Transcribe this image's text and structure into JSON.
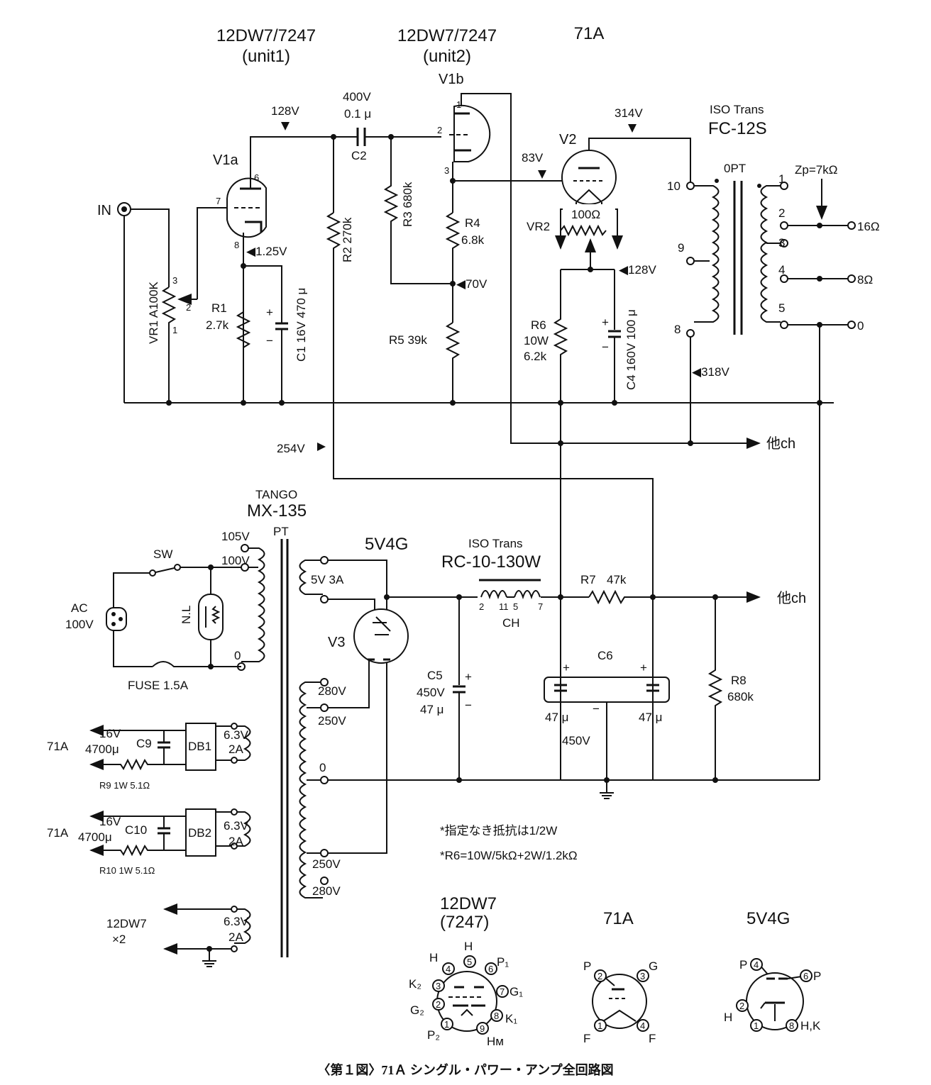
{
  "header": {
    "v1a_type": "12DW7/7247",
    "v1a_unit": "(unit1)",
    "v1b_type": "12DW7/7247",
    "v1b_unit": "(unit2)",
    "v2_type": "71A"
  },
  "tubes": {
    "v1a": "V1a",
    "v1b": "V1b",
    "v2": "V2",
    "v3": "V3",
    "v3_type": "5V4G",
    "v1a_pins": [
      "6",
      "7",
      "8"
    ],
    "v1b_pins": [
      "1",
      "2",
      "3"
    ]
  },
  "input": {
    "label": "IN"
  },
  "vr1": {
    "label": "VR1 A100K",
    "pins": [
      "3",
      "2",
      "1"
    ]
  },
  "r1": {
    "name": "R1",
    "value": "2.7k"
  },
  "c1": {
    "label": "C1 16V 470 μ"
  },
  "r2": {
    "label": "R2 270k"
  },
  "c2": {
    "volt": "400V",
    "cap": "0.1 μ",
    "name": "C2"
  },
  "r3": {
    "label": "R3 680k"
  },
  "r4": {
    "name": "R4",
    "value": "6.8k"
  },
  "r5": {
    "label": "R5 39k"
  },
  "vr2": {
    "name": "VR2",
    "value": "100Ω"
  },
  "r6": {
    "name": "R6",
    "watt": "10W",
    "value": "6.2k"
  },
  "c4": {
    "label": "C4 160V 100 μ"
  },
  "voltages": {
    "v128a": "128V",
    "v125": "◀1.25V",
    "v70": "◀70V",
    "v83": "83V",
    "v314": "314V",
    "v128b": "◀128V",
    "v318": "◀318V",
    "v254": "254V"
  },
  "opt": {
    "iso": "ISO Trans",
    "model": "FC-12S",
    "label": "0PT",
    "zp": "Zp=7kΩ",
    "pri_pins": [
      "10",
      "9",
      "8"
    ],
    "sec_pins": [
      "1",
      "2",
      "3",
      "4",
      "5"
    ],
    "out_16": "16Ω",
    "out_8": "8Ω",
    "out_0": "0"
  },
  "other_ch": "他ch",
  "pt": {
    "brand": "TANGO",
    "model": "MX-135",
    "label": "PT",
    "tap105": "105V",
    "tap100": "100V",
    "tap0": "0",
    "sw": "SW",
    "ac": "AC",
    "ac_v": "100V",
    "nl": "N.L",
    "fuse": "FUSE 1.5A",
    "fil5v": "5V 3A",
    "t280a": "280V",
    "t250a": "250V",
    "t0": "0",
    "t250b": "250V",
    "t280b": "280V"
  },
  "ch": {
    "iso": "ISO Trans",
    "model": "RC-10-130W",
    "name": "CH",
    "pins": [
      "2",
      "11",
      "5",
      "7"
    ]
  },
  "c5": {
    "name": "C5",
    "volt": "450V",
    "cap": "47 μ"
  },
  "r7": {
    "name": "R7",
    "value": "47k"
  },
  "c6": {
    "name": "C6",
    "cap1": "47 μ",
    "cap2": "47 μ",
    "volt": "450V"
  },
  "r8": {
    "name": "R8",
    "value": "680k"
  },
  "heaters": {
    "db1": {
      "out": "71A",
      "volt": "16V",
      "cap": "4700μ",
      "cname": "C9",
      "db": "DB1",
      "r": "R9 1W 5.1Ω",
      "tv": "6.3V",
      "ta": "2A"
    },
    "db2": {
      "out": "71A",
      "volt": "16V",
      "cap": "4700μ",
      "cname": "C10",
      "db": "DB2",
      "r": "R10 1W 5.1Ω",
      "tv": "6.3V",
      "ta": "2A"
    },
    "h12": {
      "out": "12DW7",
      "mult": "×2",
      "tv": "6.3V",
      "ta": "2A"
    }
  },
  "notes": {
    "n1": "*指定なき抵抗は1/2W",
    "n2": "*R6=10W/5kΩ+2W/1.2kΩ"
  },
  "pinouts": {
    "t12": {
      "title1": "12DW7",
      "title2": "(7247)",
      "labels": [
        "H",
        "H",
        "P₁",
        "K₂",
        "G₁",
        "G₂",
        "K₁",
        "P₂",
        "Hм"
      ],
      "pins": [
        "1",
        "2",
        "3",
        "4",
        "5",
        "6",
        "7",
        "8",
        "9"
      ]
    },
    "t71": {
      "title": "71A",
      "labels": [
        "P",
        "G",
        "F",
        "F"
      ],
      "pins": [
        "2",
        "3",
        "1",
        "4"
      ]
    },
    "t5v": {
      "title": "5V4G",
      "labels": [
        "P",
        "P",
        "H",
        "H,K"
      ],
      "pins": [
        "4",
        "6",
        "2",
        "1",
        "8"
      ]
    }
  },
  "caption": "〈第１図〉71Ａ シングル・パワー・アンプ全回路図"
}
